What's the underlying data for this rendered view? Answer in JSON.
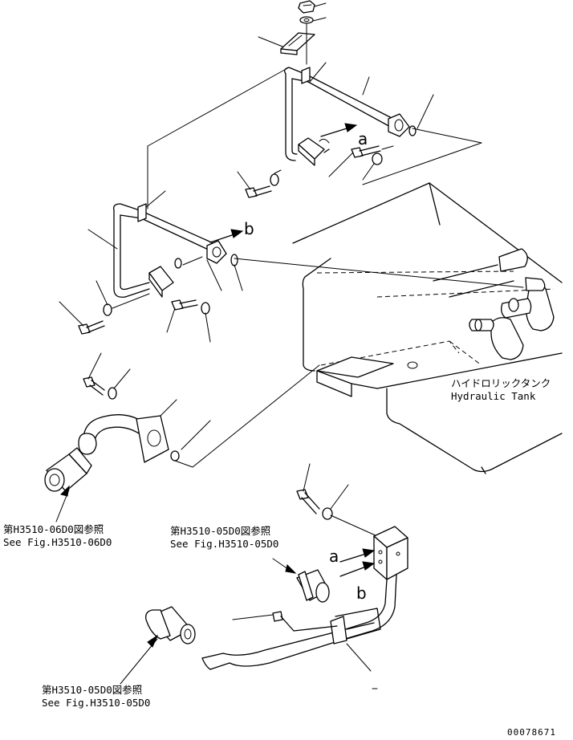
{
  "arrow_letters": {
    "a_top": "a",
    "b_mid": "b",
    "a_lower": "a",
    "b_lower": "b"
  },
  "tank_label": {
    "jp": "ハイドロリックタンク",
    "en": "Hydraulic Tank"
  },
  "references": {
    "left": {
      "jp": "第H3510-06D0図参照",
      "en": "See Fig.H3510-06D0"
    },
    "right": {
      "jp": "第H3510-05D0図参照",
      "en": "See Fig.H3510-05D0"
    },
    "bottom": {
      "jp": "第H3510-05D0図参照",
      "en": "See Fig.H3510-05D0"
    }
  },
  "drawing_code": "00078671"
}
